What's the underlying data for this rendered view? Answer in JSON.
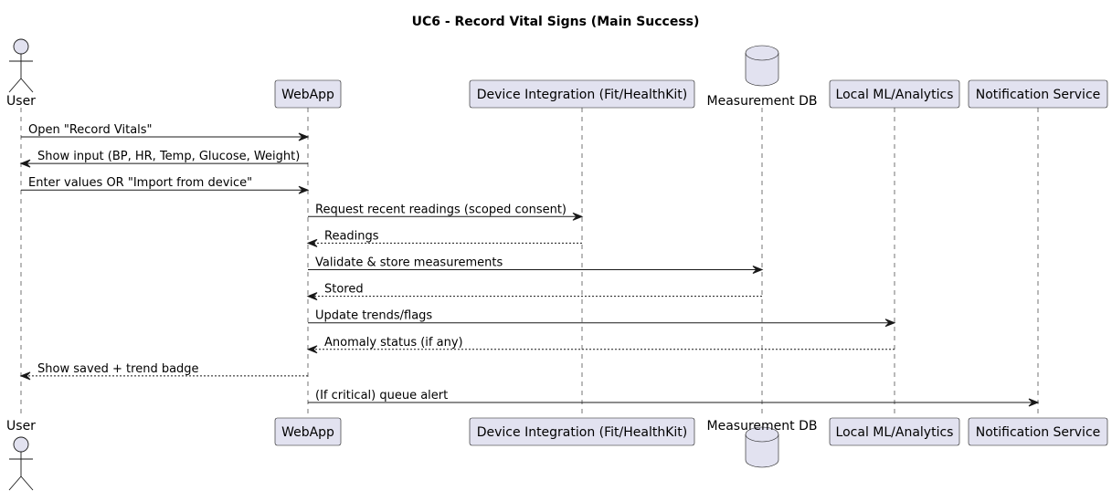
{
  "diagram": {
    "title": "UC6 - Record Vital Signs (Main Success)",
    "participants": [
      {
        "id": "user",
        "label": "User",
        "kind": "actor"
      },
      {
        "id": "webapp",
        "label": "WebApp",
        "kind": "participant"
      },
      {
        "id": "device",
        "label": "Device Integration (Fit/HealthKit)",
        "kind": "participant"
      },
      {
        "id": "db",
        "label": "Measurement DB",
        "kind": "database"
      },
      {
        "id": "ml",
        "label": "Local ML/Analytics",
        "kind": "participant"
      },
      {
        "id": "notify",
        "label": "Notification Service",
        "kind": "participant"
      }
    ],
    "messages": [
      {
        "from": "user",
        "to": "webapp",
        "label": "Open \"Record Vitals\"",
        "style": "solid"
      },
      {
        "from": "webapp",
        "to": "user",
        "label": "Show input (BP, HR, Temp, Glucose, Weight)",
        "style": "solid"
      },
      {
        "from": "user",
        "to": "webapp",
        "label": "Enter values OR \"Import from device\"",
        "style": "solid"
      },
      {
        "from": "webapp",
        "to": "device",
        "label": "Request recent readings (scoped consent)",
        "style": "solid"
      },
      {
        "from": "device",
        "to": "webapp",
        "label": "Readings",
        "style": "dashed"
      },
      {
        "from": "webapp",
        "to": "db",
        "label": "Validate & store measurements",
        "style": "solid"
      },
      {
        "from": "db",
        "to": "webapp",
        "label": "Stored",
        "style": "dashed"
      },
      {
        "from": "webapp",
        "to": "ml",
        "label": "Update trends/flags",
        "style": "solid"
      },
      {
        "from": "ml",
        "to": "webapp",
        "label": "Anomaly status (if any)",
        "style": "dashed"
      },
      {
        "from": "webapp",
        "to": "user",
        "label": "Show saved + trend badge",
        "style": "dashed"
      },
      {
        "from": "webapp",
        "to": "notify",
        "label": "(If critical) queue alert",
        "style": "solid"
      }
    ],
    "colors": {
      "participant_fill": "#E2E2F0",
      "line": "#181818"
    }
  }
}
